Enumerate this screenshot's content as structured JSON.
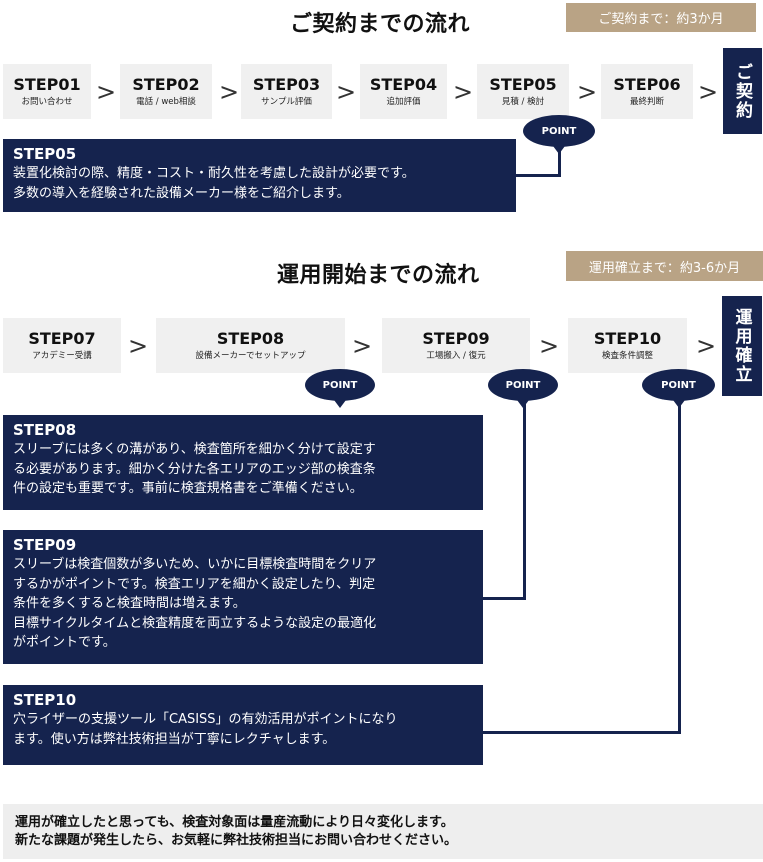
{
  "section1": {
    "title": "ご契約までの流れ",
    "duration": "ご契約まで：約3か月",
    "steps": [
      {
        "code": "STEP01",
        "label": "お問い合わせ"
      },
      {
        "code": "STEP02",
        "label": "電話 / web相談"
      },
      {
        "code": "STEP03",
        "label": "サンプル評価"
      },
      {
        "code": "STEP04",
        "label": "追加評価"
      },
      {
        "code": "STEP05",
        "label": "見積 / 検討"
      },
      {
        "code": "STEP06",
        "label": "最終判断"
      }
    ],
    "goal": "ご契約",
    "point_label": "POINT",
    "box": {
      "title": "STEP05",
      "lines": [
        "装置化検討の際、精度・コスト・耐久性を考慮した設計が必要です。",
        "多数の導入を経験された設備メーカー様をご紹介します。"
      ]
    }
  },
  "section2": {
    "title": "運用開始までの流れ",
    "duration": "運用確立まで：約3-6か月",
    "steps": [
      {
        "code": "STEP07",
        "label": "アカデミー受講"
      },
      {
        "code": "STEP08",
        "label": "設備メーカーでセットアップ"
      },
      {
        "code": "STEP09",
        "label": "工場搬入 / 復元"
      },
      {
        "code": "STEP10",
        "label": "検査条件調整"
      }
    ],
    "goal": "運用確立",
    "point_label": "POINT",
    "boxes": [
      {
        "title": "STEP08",
        "lines": [
          "スリーブには多くの溝があり、検査箇所を細かく分けて設定す",
          "る必要があります。細かく分けた各エリアのエッジ部の検査条",
          "件の設定も重要です。事前に検査規格書をご準備ください。"
        ]
      },
      {
        "title": "STEP09",
        "lines": [
          "スリーブは検査個数が多いため、いかに目標検査時間をクリア",
          "するかがポイントです。検査エリアを細かく設定したり、判定",
          "条件を多くすると検査時間は増えます。",
          "目標サイクルタイムと検査精度を両立するような設定の最適化",
          "がポイントです。"
        ]
      },
      {
        "title": "STEP10",
        "lines": [
          "穴ライザーの支援ツール「CASISS」の有効活用がポイントになり",
          "ます。使い方は弊社技術担当が丁寧にレクチャします。"
        ]
      }
    ]
  },
  "chevron": ">",
  "footer": {
    "lines": [
      "運用が確立したと思っても、検査対象面は量産流動により日々変化します。",
      "新たな課題が発生したら、お気軽に弊社技術担当にお問い合わせください。"
    ]
  }
}
